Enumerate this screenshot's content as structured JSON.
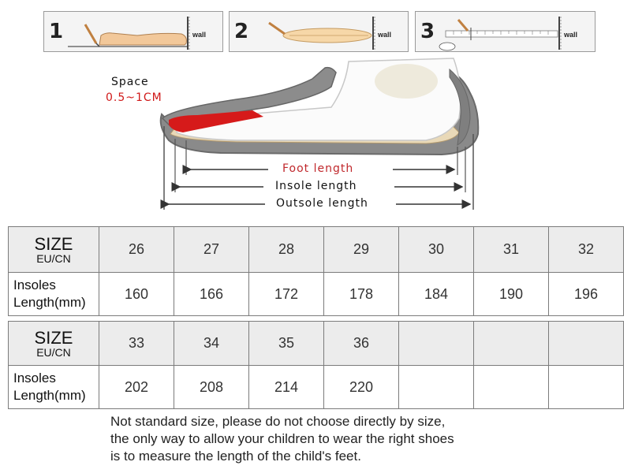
{
  "steps": [
    {
      "number": "1",
      "wall_label": "wall"
    },
    {
      "number": "2",
      "wall_label": "wall"
    },
    {
      "number": "3",
      "wall_label": "wall"
    }
  ],
  "diagram": {
    "space_label": "Space",
    "space_range": "0.5~1CM",
    "foot_length_label": "Foot length",
    "insole_length_label": "Insole length",
    "outsole_length_label": "Outsole length",
    "colors": {
      "space_red": "#d01818",
      "foot_length_text": "#c0282c"
    }
  },
  "tables": [
    {
      "size_header_big": "SIZE",
      "size_header_small": "EU/CN",
      "length_header_line1": "Insoles",
      "length_header_line2": "Length(mm)",
      "sizes": [
        "26",
        "27",
        "28",
        "29",
        "30",
        "31",
        "32"
      ],
      "lengths": [
        "160",
        "166",
        "172",
        "178",
        "184",
        "190",
        "196"
      ]
    },
    {
      "size_header_big": "SIZE",
      "size_header_small": "EU/CN",
      "length_header_line1": "Insoles",
      "length_header_line2": "Length(mm)",
      "sizes": [
        "33",
        "34",
        "35",
        "36",
        "",
        "",
        ""
      ],
      "lengths": [
        "202",
        "208",
        "214",
        "220",
        "",
        "",
        ""
      ]
    }
  ],
  "note": {
    "line1": "Not standard size, please do not choose directly by size,",
    "line2": "the only way to allow your children to wear the right shoes",
    "line3": "is to measure the length of the child's feet."
  }
}
